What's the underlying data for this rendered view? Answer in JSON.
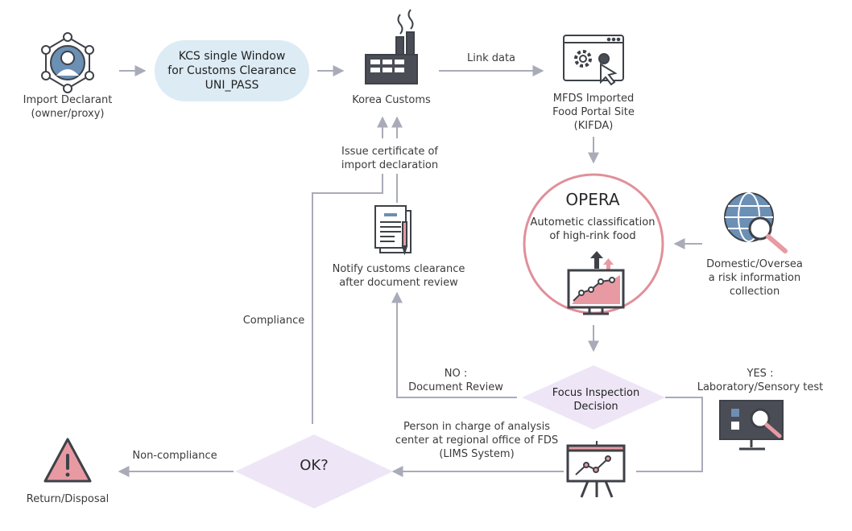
{
  "nodes": {
    "import_declarant": "Import Declarant\n(owner/proxy)",
    "kcs_window": "KCS single Window\nfor Customs Clearance\nUNI_PASS",
    "korea_customs": "Korea Customs",
    "mfds_portal": "MFDS Imported\nFood Portal Site\n(KIFDA)",
    "opera_title": "OPERA",
    "opera_subtitle": "Autometic classification\nof high-rink food",
    "risk_collection": "Domestic/Oversea\na risk information\ncollection",
    "issue_certificate": "Issue certificate of\nimport declaration",
    "notify_clearance": "Notify customs clearance\nafter document review",
    "focus_decision": "Focus Inspection\nDecision",
    "analysis_center": "Person in charge of analysis\ncenter at regional office of FDS\n(LIMS System)",
    "ok_decision": "OK?",
    "return_disposal": "Return/Disposal"
  },
  "edges": {
    "link_data": "Link data",
    "compliance": "Compliance",
    "no_review": "NO :\nDocument Review",
    "yes_test": "YES :\nLaboratory/Sensory test",
    "non_compliance": "Non-compliance"
  },
  "colors": {
    "arrow": "#a9abb8",
    "pill_fill": "#dcebf4",
    "opera_ring": "#e0909a",
    "diamond_fill": "#eee6f6",
    "icon_dark": "#4a4d55",
    "icon_blue": "#6c8fb4",
    "icon_pink": "#e89aa2"
  },
  "icons": [
    "person-network-icon",
    "factory-icon",
    "website-gears-icon",
    "globe-search-icon",
    "document-pen-icon",
    "chart-monitor-icon",
    "lab-monitor-icon",
    "easel-chart-icon",
    "warning-icon"
  ]
}
